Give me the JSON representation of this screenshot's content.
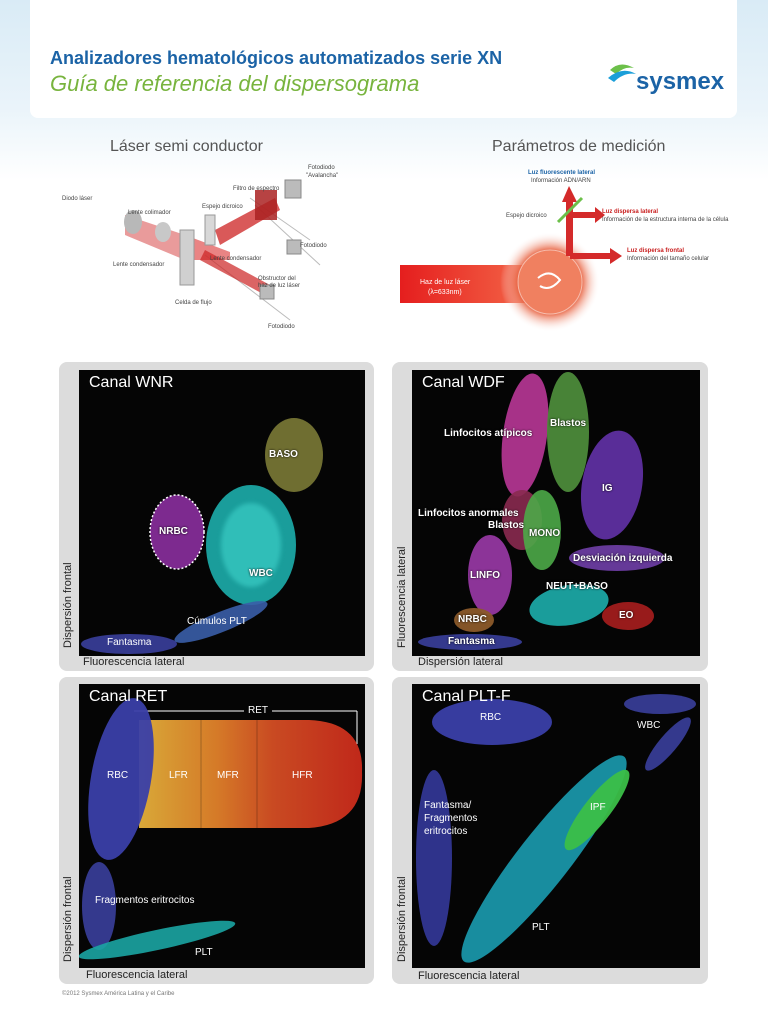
{
  "header": {
    "title": "Analizadores hematológicos automatizados serie XN",
    "subtitle": "Guía de referencia del dispersograma",
    "logo": "sysmex"
  },
  "laser": {
    "title": "Láser semi conductor",
    "labels": {
      "diodo": "Diodo láser",
      "colimador": "Lente colimador",
      "condensador": "Lente condensador",
      "celda": "Celda de flujo",
      "espejo": "Espejo dicroico",
      "filtro": "Filtro de espectro",
      "avalancha1": "Fotodiodo",
      "avalancha2": "\"Avalancha\"",
      "fotodiodo": "Fotodiodo",
      "condensador2": "Lente condensador",
      "obstructor1": "Obstructor del",
      "obstructor2": "haz de luz láser",
      "fotodiodo2": "Fotodiodo"
    }
  },
  "params": {
    "title": "Parámetros de medición",
    "fluor_title": "Luz fluorescente lateral",
    "fluor_info": "Información ADN/ARN",
    "espejo": "Espejo dicroico",
    "side_title": "Luz dispersa lateral",
    "side_info": "Información de la estructura interna de la célula",
    "front_title": "Luz dispersa frontal",
    "front_info": "Información del tamaño celular",
    "haz1": "Haz de luz láser",
    "haz2": "(λ=633nm)"
  },
  "wnr": {
    "title": "Canal WNR",
    "xlabel": "Fluorescencia lateral",
    "ylabel": "Dispersión frontal",
    "labels": {
      "baso": "BASO",
      "nrbc": "NRBC",
      "wbc": "WBC",
      "cumulos": "Cúmulos PLT",
      "fantasma": "Fantasma"
    }
  },
  "wdf": {
    "title": "Canal WDF",
    "xlabel": "Dispersión lateral",
    "ylabel": "Fluorescencia lateral",
    "labels": {
      "linfat": "Linfocitos atípicos",
      "blastos": "Blastos",
      "ig": "IG",
      "linfanorm": "Linfocitos anormales",
      "blastos2": "Blastos",
      "mono": "MONO",
      "desv": "Desviación izquierda",
      "linfo": "LINFO",
      "neut": "NEUT+BASO",
      "nrbc": "NRBC",
      "eo": "EO",
      "fantasma": "Fantasma"
    }
  },
  "ret": {
    "title": "Canal RET",
    "xlabel": "Fluorescencia lateral",
    "ylabel": "Dispersión frontal",
    "labels": {
      "ret": "RET",
      "rbc": "RBC",
      "lfr": "LFR",
      "mfr": "MFR",
      "hfr": "HFR",
      "frag": "Fragmentos eritrocitos",
      "plt": "PLT"
    }
  },
  "pltf": {
    "title": "Canal PLT-F",
    "xlabel": "Fluorescencia lateral",
    "ylabel": "Dispersión frontal",
    "labels": {
      "rbc": "RBC",
      "wbc": "WBC",
      "fantasma1": "Fantasma/",
      "fantasma2": "Fragmentos",
      "fantasma3": "eritrocitos",
      "ipf": "IPF",
      "plt": "PLT"
    }
  },
  "footer": "©2012 Sysmex América Latina y el Caribe"
}
